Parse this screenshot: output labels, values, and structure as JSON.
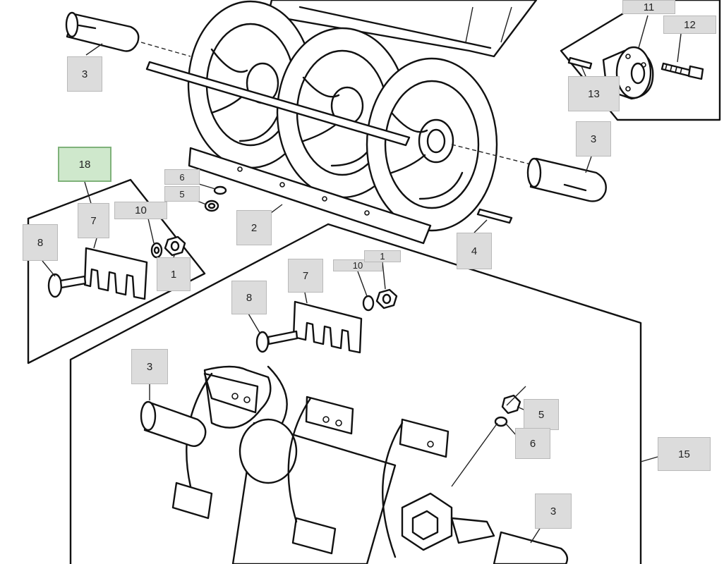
{
  "callouts": [
    {
      "id": "c-3-topleft",
      "label": "3"
    },
    {
      "id": "c-11",
      "label": "11"
    },
    {
      "id": "c-12",
      "label": "12"
    },
    {
      "id": "c-13",
      "label": "13"
    },
    {
      "id": "c-3-right",
      "label": "3"
    },
    {
      "id": "c-18",
      "label": "18",
      "highlighted": true
    },
    {
      "id": "c-6-top",
      "label": "6"
    },
    {
      "id": "c-5-top",
      "label": "5"
    },
    {
      "id": "c-10-left",
      "label": "10"
    },
    {
      "id": "c-7-left",
      "label": "7"
    },
    {
      "id": "c-8-left",
      "label": "8"
    },
    {
      "id": "c-1-left",
      "label": "1"
    },
    {
      "id": "c-2",
      "label": "2"
    },
    {
      "id": "c-4",
      "label": "4"
    },
    {
      "id": "c-7-mid",
      "label": "7"
    },
    {
      "id": "c-10-mid",
      "label": "10"
    },
    {
      "id": "c-1-mid",
      "label": "1"
    },
    {
      "id": "c-8-mid",
      "label": "8"
    },
    {
      "id": "c-3-lower",
      "label": "3"
    },
    {
      "id": "c-5-lower",
      "label": "5"
    },
    {
      "id": "c-6-lower",
      "label": "6"
    },
    {
      "id": "c-15",
      "label": "15"
    },
    {
      "id": "c-3-bottom",
      "label": "3"
    }
  ],
  "colors": {
    "line": "#111111",
    "callout_fill": "#dcdcdc",
    "highlight_fill": "#cfe8cc",
    "highlight_border": "#7fb27a"
  }
}
